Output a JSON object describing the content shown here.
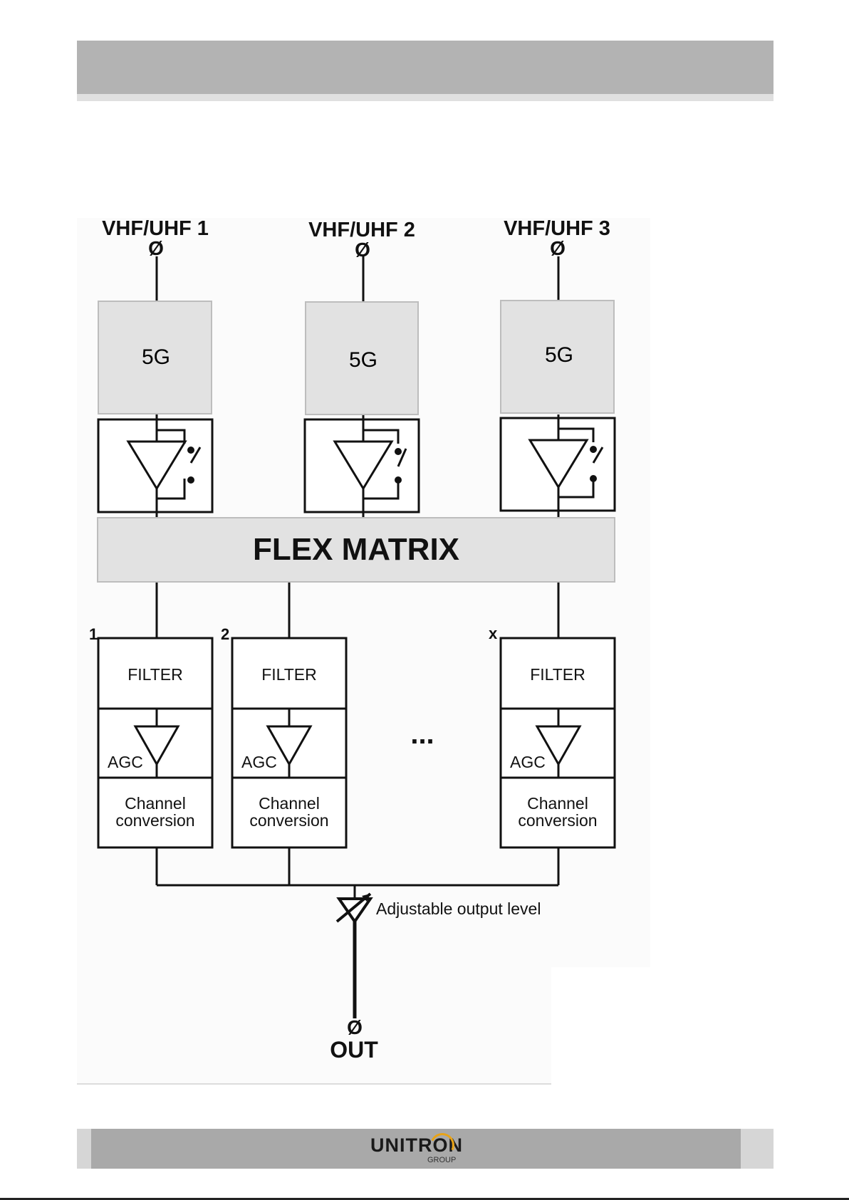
{
  "inputs": [
    {
      "label": "VHF/UHF 1",
      "box_label": "5G"
    },
    {
      "label": "VHF/UHF 2",
      "box_label": "5G"
    },
    {
      "label": "VHF/UHF 3",
      "box_label": "5G"
    }
  ],
  "matrix_label": "FLEX MATRIX",
  "channels": [
    {
      "index": "1",
      "filter": "FILTER",
      "agc": "AGC",
      "conv_line1": "Channel",
      "conv_line2": "conversion"
    },
    {
      "index": "2",
      "filter": "FILTER",
      "agc": "AGC",
      "conv_line1": "Channel",
      "conv_line2": "conversion"
    },
    {
      "index": "x",
      "filter": "FILTER",
      "agc": "AGC",
      "conv_line1": "Channel",
      "conv_line2": "conversion"
    }
  ],
  "ellipsis": "...",
  "output_level_label": "Adjustable output level",
  "connector_symbol": "Ø",
  "output_label": "OUT",
  "logo": {
    "brand": "UNITRON",
    "sub": "GROUP",
    "accent_color": "#e8a317"
  }
}
